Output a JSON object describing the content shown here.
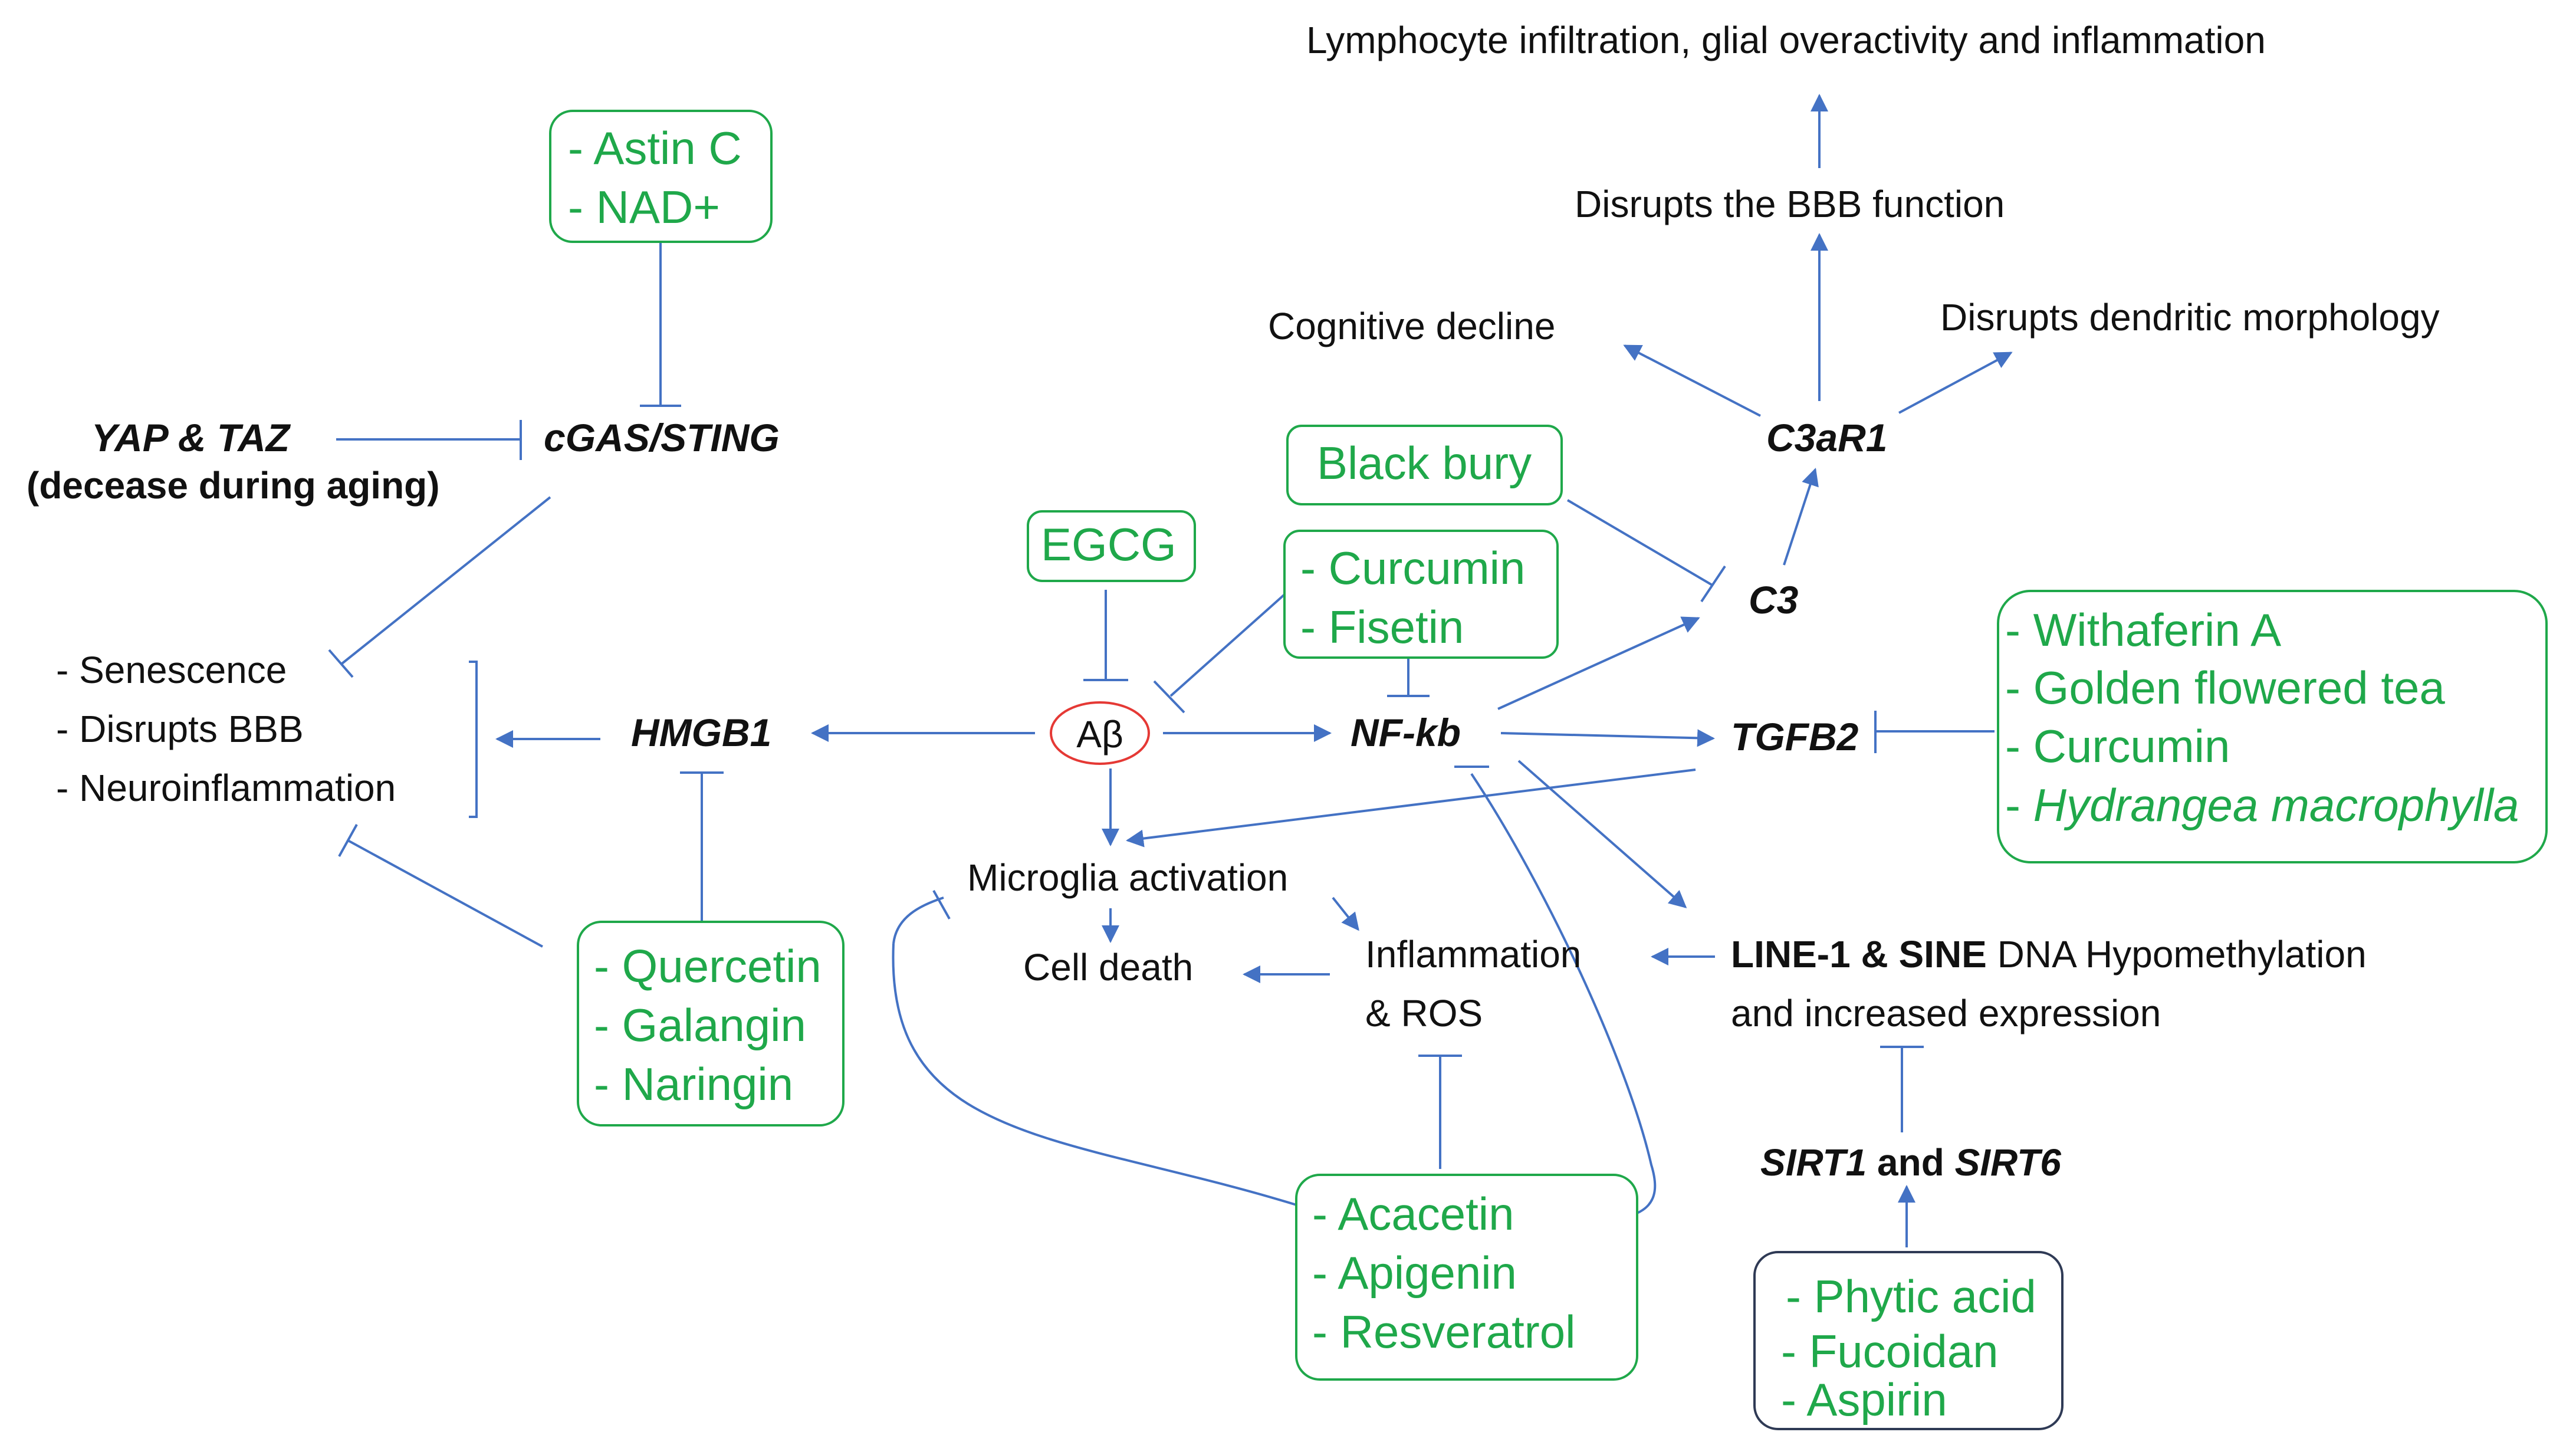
{
  "colors": {
    "arrow": "#4472c4",
    "drug_text": "#1fa84a",
    "drug_box": "#1fa84a",
    "abeta_circle": "#e53935",
    "text": "#111111",
    "dark_box": "#2f3a55"
  },
  "nodes": {
    "yap_taz": "YAP &  TAZ",
    "yap_taz_note": "(decease during aging)",
    "cgas_sting": "cGAS/STING",
    "hmgb1": "HMGB1",
    "abeta": "Aβ",
    "nfkb": "NF-kb",
    "tgfb2": "TGFB2",
    "c3": "C3",
    "c3ar1": "C3aR1",
    "sirt_a": "SIRT1",
    "sirt_and": " and ",
    "sirt_b": "SIRT6"
  },
  "outcomes": {
    "senescence": "-  Senescence",
    "disrupts_bbb": "- Disrupts BBB",
    "neuroinflammation": "- Neuroinflammation",
    "lymphocyte": "Lymphocyte infiltration, glial overactivity and inflammation",
    "bbb_function": "Disrupts the BBB function",
    "cognitive": "Cognitive decline",
    "dendritic": "Disrupts dendritic morphology",
    "microglia": "Microglia activation",
    "cell_death": "Cell death",
    "inflammation_1": "Inflammation",
    "inflammation_2": "& ROS",
    "line1_bold": "LINE-1 & SINE",
    "line1_rest": " DNA Hypomethylation",
    "line1_2": "and increased expression"
  },
  "drugs": {
    "astin_box": [
      "- Astin C",
      "- NAD+"
    ],
    "egcg_box": [
      "EGCG"
    ],
    "blackbury_box": [
      "Black bury"
    ],
    "curcumin_fisetin_box": [
      "- Curcumin",
      "- Fisetin"
    ],
    "withaferin_box": [
      "- Withaferin A",
      "- Golden flowered tea",
      "- Curcumin",
      "- "
    ],
    "withaferin_italic": "Hydrangea  macrophylla",
    "quercetin_box": [
      "- Quercetin",
      "- Galangin",
      "- Naringin"
    ],
    "acacetin_box": [
      "- Acacetin",
      "- Apigenin",
      "- Resveratrol"
    ],
    "phytic_box": [
      "- Phytic acid",
      "- Fucoidan",
      "- Aspirin"
    ]
  }
}
